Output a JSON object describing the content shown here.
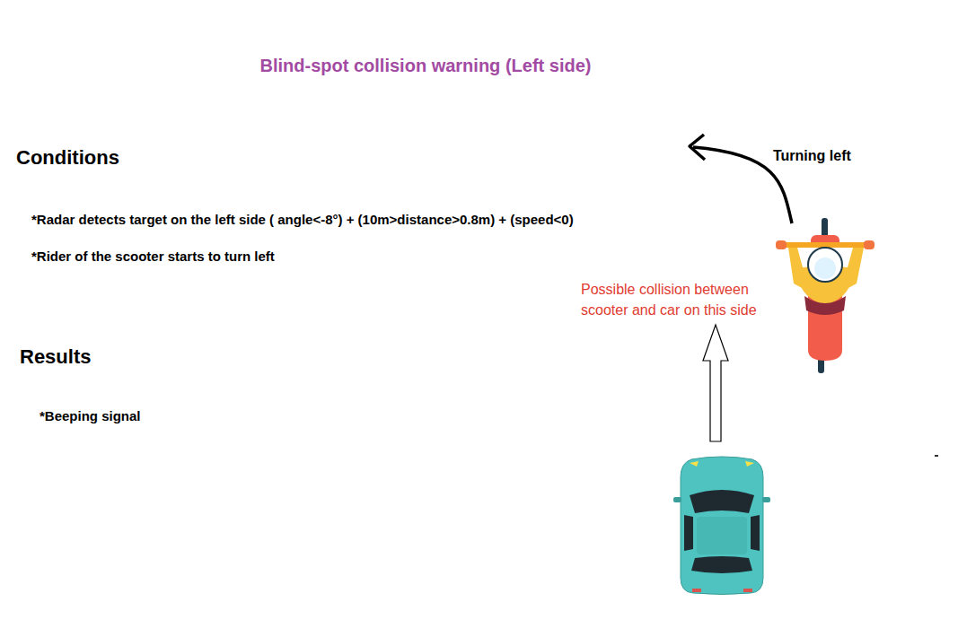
{
  "diagram": {
    "title": "Blind-spot collision warning (Left side)",
    "labels": [
      "Conditions",
      "*Radar detects target on the left side ( angle<-8°) + (10m>distance>0.8m) + (speed<0)",
      "*Rider of the scooter starts to turn left",
      "Results",
      "*Beeping signal",
      "Turning left",
      "Possible collision between scooter and car on this side"
    ]
  }
}
